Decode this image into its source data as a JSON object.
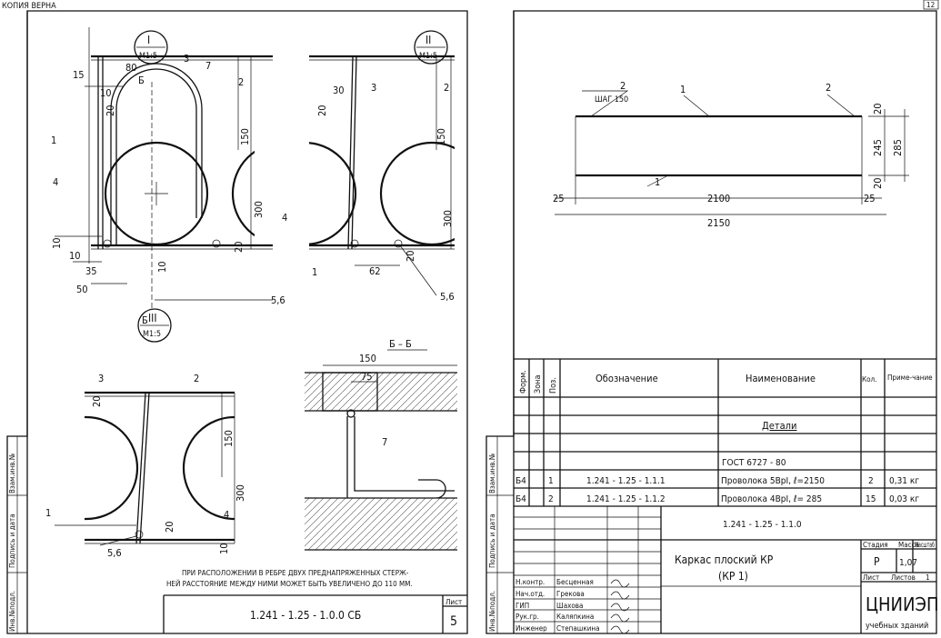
{
  "header": {
    "copy_stamp": "КОПИЯ ВЕРНА",
    "page_number": "12"
  },
  "left_sheet": {
    "view_i": {
      "roman": "I",
      "scale": "М1:5",
      "dims": [
        "15",
        "10",
        "80",
        "3",
        "7",
        "2",
        "20",
        "150",
        "300",
        "1",
        "4",
        "10",
        "10",
        "35",
        "50",
        "20",
        "10",
        "5,6"
      ],
      "section_marks": [
        "Б",
        "Б"
      ]
    },
    "view_ii": {
      "roman": "II",
      "scale": "М1:5",
      "dims": [
        "20",
        "30",
        "3",
        "2",
        "150",
        "300",
        "4",
        "1",
        "62",
        "20",
        "5,6"
      ]
    },
    "view_iii": {
      "roman": "III",
      "scale": "М1:5",
      "dims": [
        "3",
        "2",
        "20",
        "150",
        "300",
        "4",
        "1",
        "20",
        "10",
        "5,6"
      ]
    },
    "section": {
      "label": "Б – Б",
      "dims": [
        "150",
        "75",
        "7"
      ]
    },
    "note": [
      "ПРИ РАСПОЛОЖЕНИИ В РЕБРЕ ДВУХ ПРЕДНАПРЯЖЕННЫХ СТЕРЖ-",
      "НЕЙ РАССТОЯНИЕ МЕЖДУ НИМИ МОЖЕТ БЫТЬ УВЕЛИЧЕНО ДО 110 ММ."
    ],
    "title_block": {
      "code": "1.241 - 1.25 - 1.0.0 СБ",
      "sheet_label": "Лист",
      "sheet": "5"
    },
    "side_stamp": [
      "Инв.№подл.",
      "Подпись и дата",
      "Взам.инв.№"
    ]
  },
  "right_sheet": {
    "drawing": {
      "labels": [
        "2",
        "ШАГ 150",
        "1",
        "2",
        "1"
      ],
      "dims": [
        "25",
        "2100",
        "25",
        "2150",
        "20",
        "245",
        "285",
        "20"
      ]
    },
    "spec_table": {
      "headers": [
        "Форм.",
        "Зона",
        "Поз.",
        "Обозначение",
        "Наименование",
        "Кол.",
        "Приме-чание"
      ],
      "section_title": "Детали",
      "standard": "ГОСТ 6727 - 80",
      "rows": [
        {
          "format": "Б4",
          "zone": "",
          "pos": "1",
          "designation": "1.241 - 1.25 - 1.1.1",
          "name": "Проволока 5ВрI, ℓ=2150",
          "qty": "2",
          "note": "0,31 кг"
        },
        {
          "format": "Б4",
          "zone": "",
          "pos": "2",
          "designation": "1.241 - 1.25 - 1.1.2",
          "name": "Проволока 4ВрI, ℓ= 285",
          "qty": "15",
          "note": "0,03 кг"
        }
      ]
    },
    "title_block": {
      "code": "1.241 - 1.25 - 1.1.0",
      "title": [
        "Каркас плоский КР",
        "(КР 1)"
      ],
      "stage_label": "Стадия",
      "mass_label": "Масса",
      "scale_label": "Масштаб",
      "stage": "Р",
      "mass": "1,07",
      "sheet_label": "Лист",
      "sheets_label": "Листов",
      "sheets": "1",
      "org": [
        "ЦНИИЭП",
        "учебных зданий"
      ],
      "signers": [
        {
          "role": "Н.контр.",
          "name": "Бесценная"
        },
        {
          "role": "Нач.отд.",
          "name": "Грекова"
        },
        {
          "role": "ГИП",
          "name": "Шахова"
        },
        {
          "role": "Рук.гр.",
          "name": "Каляпкина"
        },
        {
          "role": "Инженер",
          "name": "Степашкина"
        }
      ]
    },
    "side_stamp": [
      "Инв.№подл.",
      "Подпись и дата",
      "Взам.инв.№"
    ]
  }
}
